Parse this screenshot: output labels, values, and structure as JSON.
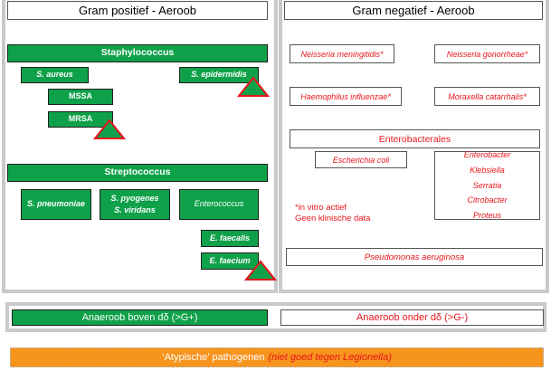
{
  "left_panel": {
    "title": "Gram positief - Aeroob",
    "staph": {
      "label": "Staphylococcus",
      "aureus": "S. aureus",
      "epidermidis": "S. epidermidis",
      "mssa": "MSSA",
      "mrsa": "MRSA"
    },
    "strep": {
      "label": "Streptococcus",
      "pneumoniae": "S. pneumoniae",
      "pyogenes": "S. pyogenes",
      "viridans": "S. viridans",
      "enterococcus": "Enterococcus",
      "faecalis": "E. faecalis",
      "faecium": "E. faecium"
    }
  },
  "right_panel": {
    "title": "Gram negatief - Aeroob",
    "meningitidis": "Neisseria meningitidis*",
    "gonorrheae": "Neisseria gonorrheae*",
    "haemophilus": "Haemophilus influenzae*",
    "moraxella": "Moraxella catarrhalis*",
    "enterobacterales": "Enterobacterales",
    "ecoli": "Escherichia coli",
    "entero_list": [
      "Enterobacter",
      "Klebsiella",
      "Serratia",
      "Citrobacter",
      "Proteus"
    ],
    "note_line1": "*in vitro actief",
    "note_line2": "Geen klinische data",
    "pseudomonas": "Pseudomonas aeruginosa"
  },
  "bottom": {
    "anaerobe_above": "Anaeroob boven dδ (>G+)",
    "anaerobe_below": "Anaeroob onder dδ (>G-)",
    "atypical_main": "‘Atypische’ pathogenen",
    "atypical_note": "(niet goed tegen Legionella)"
  },
  "colors": {
    "green": "#0fa14a",
    "red": "#e8141c",
    "orange": "#f7941d",
    "panel_border": "#c9c9c9"
  }
}
